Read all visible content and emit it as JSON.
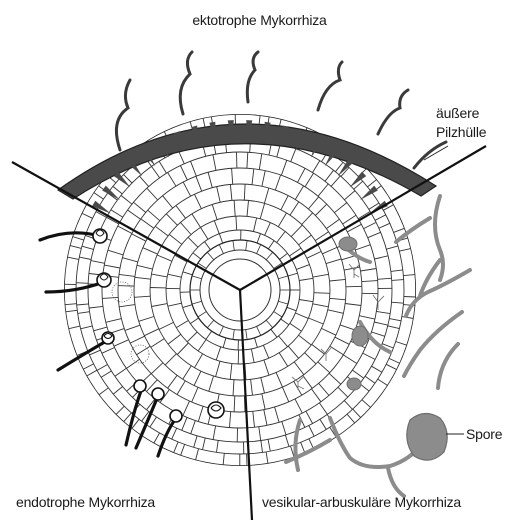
{
  "labels": {
    "ectotrophic": "ektotrophe Mykorrhiza",
    "outer_sheath_line1": "äußere",
    "outer_sheath_line2": "Pilzhülle",
    "spore": "Spore",
    "endotrophic": "endotrophe Mykorrhiza",
    "vesicular_arbuscular": "vesikular-arbuskuläre Mykorrhiza"
  },
  "colors": {
    "outline": "#222222",
    "fungal_sheath": "#4a4a4a",
    "vam_hyphae": "#8c8c8c",
    "background": "#ffffff"
  }
}
